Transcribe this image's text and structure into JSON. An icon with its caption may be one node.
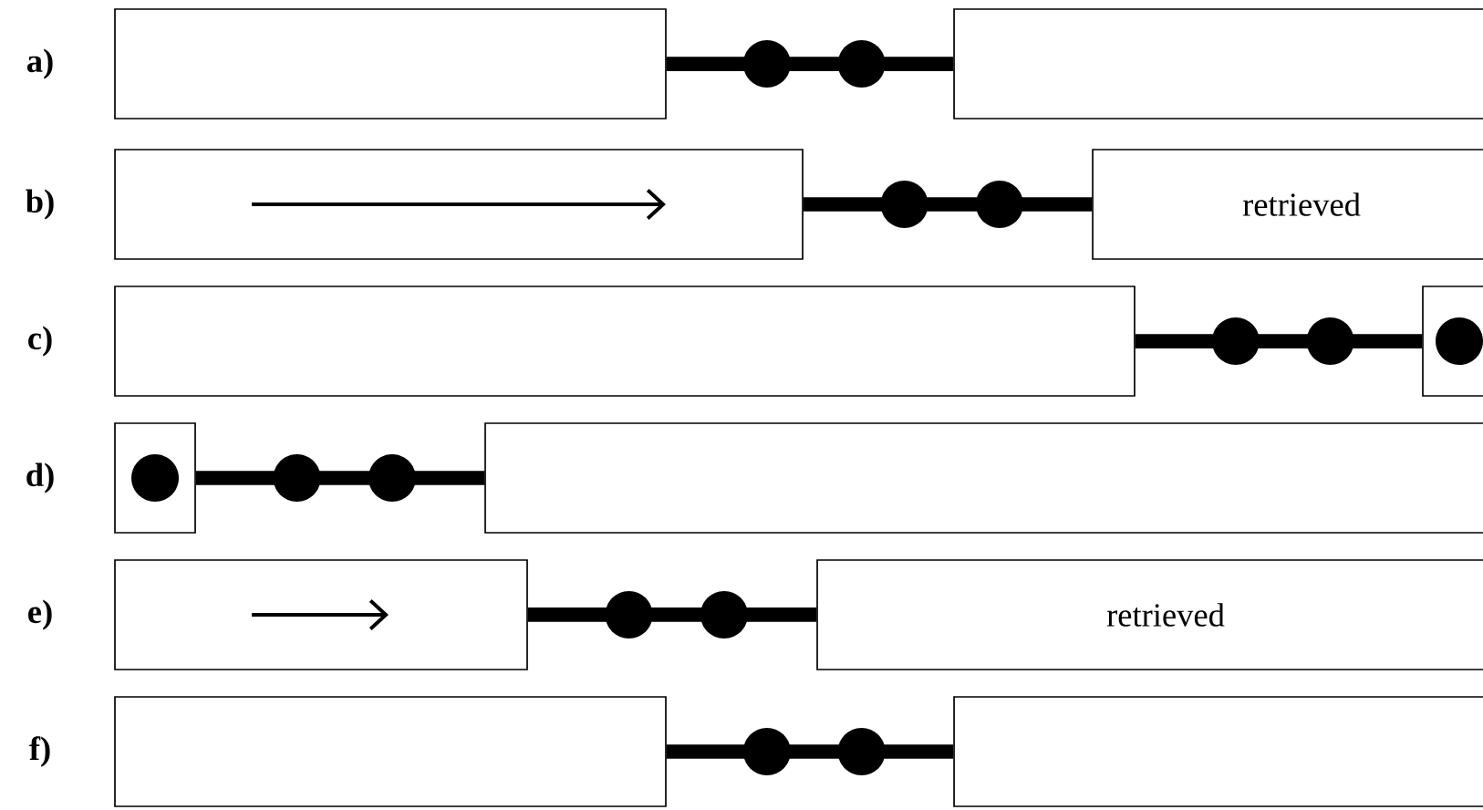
{
  "diagram": {
    "nodes": [
      {
        "text": [],
        "shape": "box"
      },
      {
        "text": [],
        "shape": "box"
      },
      {
        "text": [],
        "shape": "box"
      },
      {
        "text": [
          "retrieved"
        ]
      },
      {
        "text": [],
        "shape": "box"
      },
      {
        "text": [],
        "shape": "box"
      },
      {
        "text": [],
        "shape": "box"
      },
      {
        "text": [],
        "shape": "box"
      },
      {
        "text": [],
        "shape": "box"
      },
      {
        "text": [
          "retrieved"
        ]
      },
      {
        "text": [],
        "shape": "box"
      },
      {
        "text": [],
        "shape": "box"
      }
    ],
    "edges": [
      {
        "from": 0,
        "to": 1,
        "arrow": "none"
      },
      {
        "from": 2,
        "to": 3,
        "arrow": "none"
      },
      {
        "from": 4,
        "to": 5,
        "arrow": "none"
      },
      {
        "from": 6,
        "to": 7,
        "arrow": "none"
      },
      {
        "from": 8,
        "to": 9,
        "arrow": "none"
      },
      {
        "from": 10,
        "to": 11,
        "arrow": "none"
      }
    ],
    "labels": [
      "a)",
      "b)",
      "c)",
      "d)",
      "e)",
      "f)"
    ]
  }
}
